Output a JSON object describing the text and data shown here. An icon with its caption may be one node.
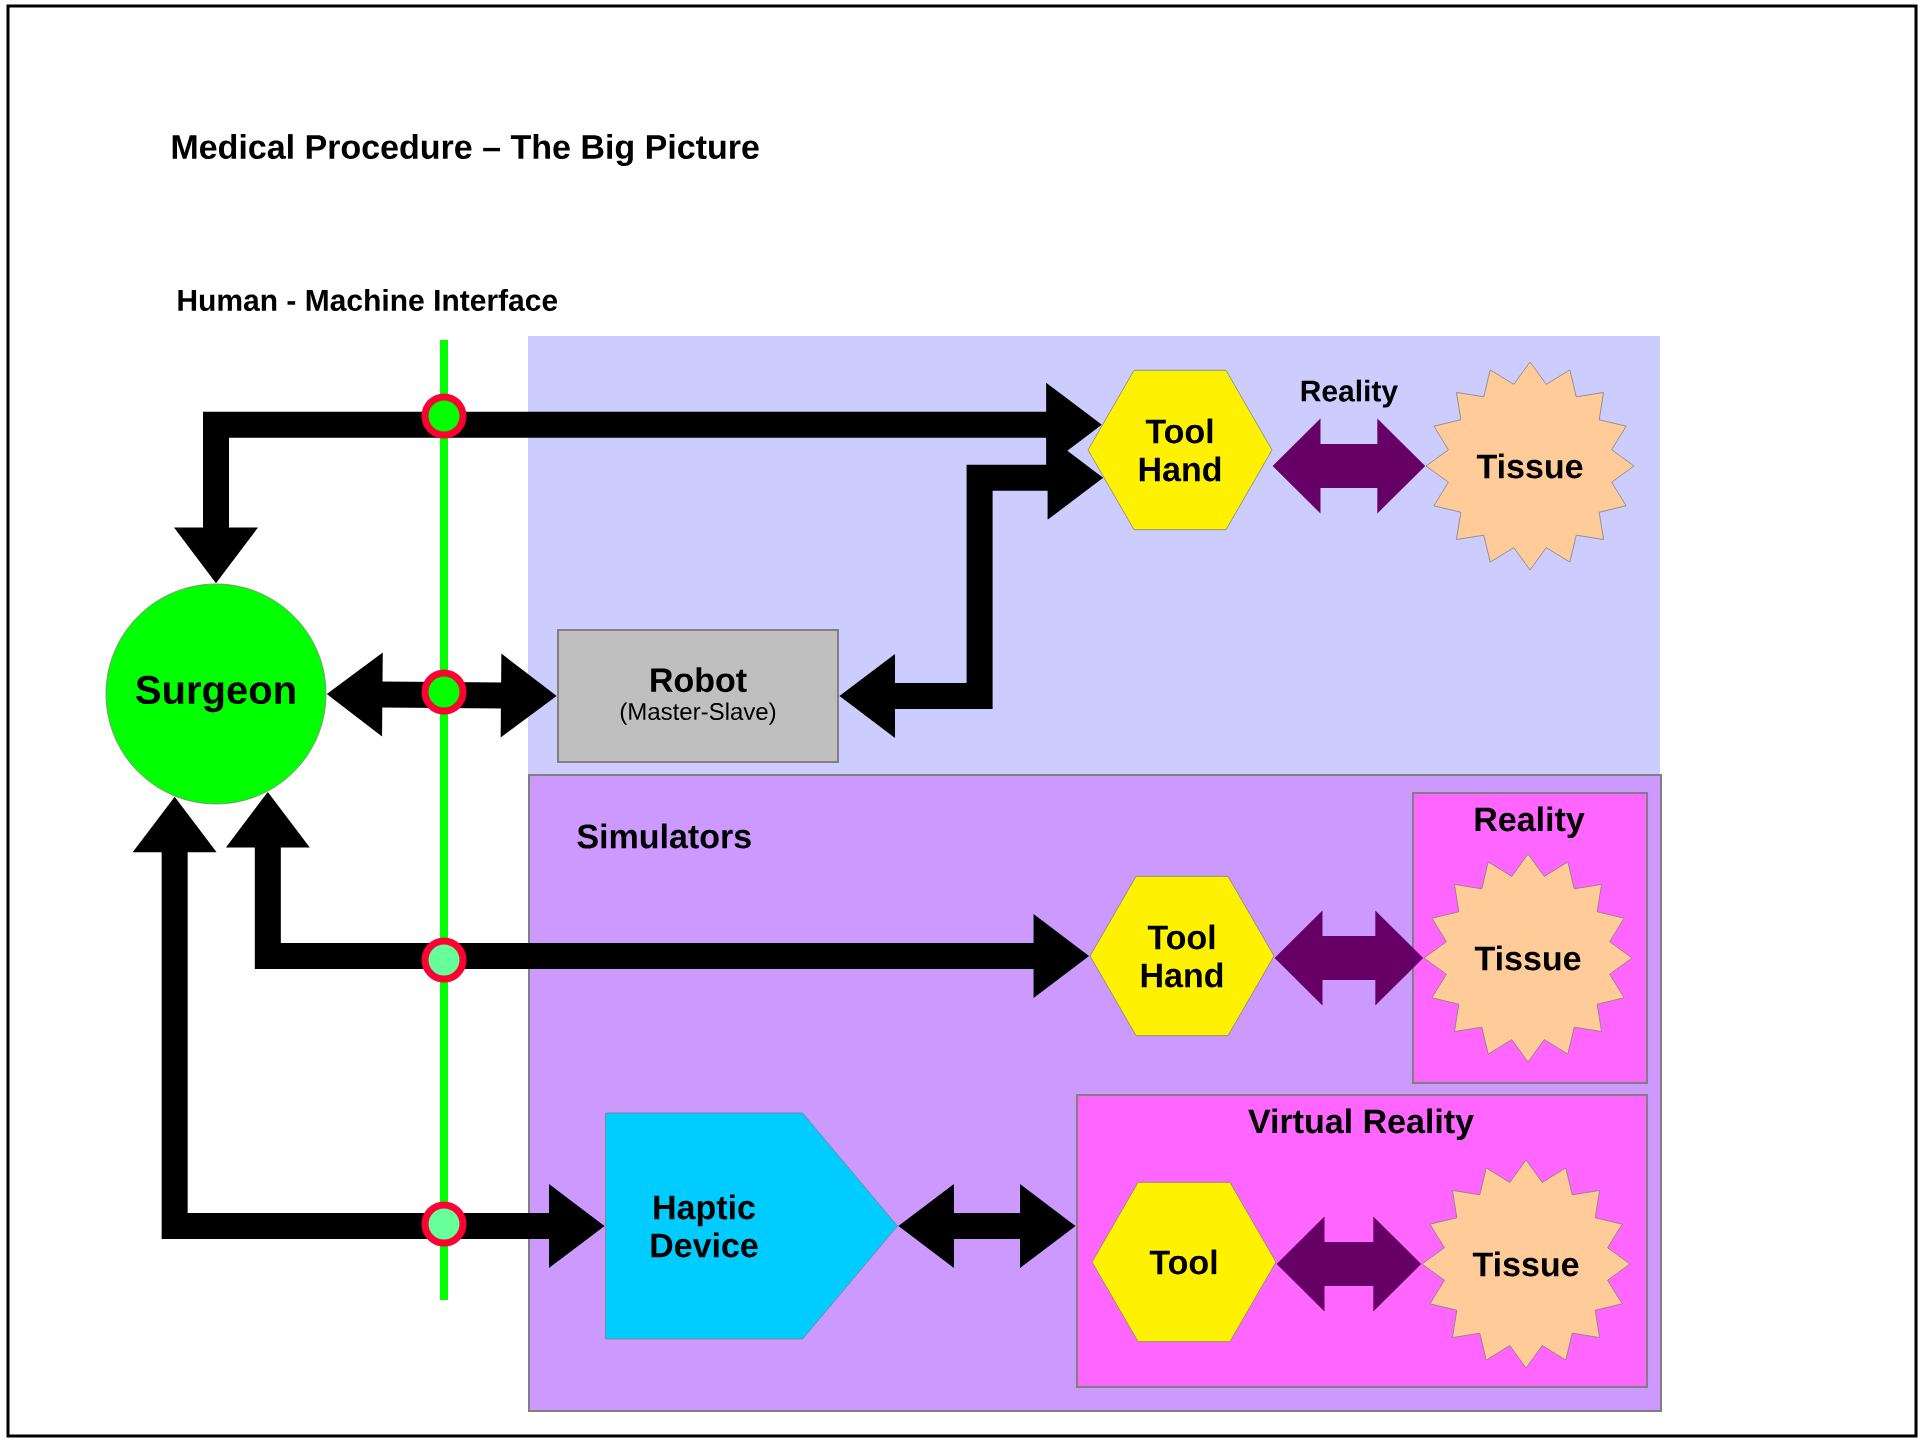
{
  "diagram": {
    "title": "Medical Procedure – The Big Picture",
    "nodes": [
      {
        "text": [
          "Surgeon"
        ]
      },
      {
        "text": [
          "Tool Hand"
        ]
      },
      {
        "text": [
          "Tissue"
        ]
      },
      {
        "text": [
          "Robot",
          "(Master-Slave)"
        ]
      },
      {
        "text": [
          "Simulators"
        ]
      },
      {
        "text": [
          "Reality"
        ],
        "in": 4
      },
      {
        "text": [
          "Tool Hand"
        ],
        "in": 4
      },
      {
        "text": [
          "Tissue"
        ],
        "in": 5
      },
      {
        "text": [
          "Haptic Device"
        ],
        "in": 4
      },
      {
        "text": [
          "Virtual Reality"
        ],
        "in": 4
      },
      {
        "text": [
          "Tool"
        ],
        "in": 9
      },
      {
        "text": [
          "Tissue"
        ],
        "in": 9
      }
    ],
    "edges": [
      {
        "from": 0,
        "to": 1,
        "arrow": "both"
      },
      {
        "from": 0,
        "to": 3,
        "arrow": "both"
      },
      {
        "from": 3,
        "to": 1,
        "arrow": "both"
      },
      {
        "from": 1,
        "to": 2,
        "arrow": "both",
        "label": "Reality",
        "color": "#660066"
      },
      {
        "from": 0,
        "to": 6,
        "arrow": "both"
      },
      {
        "from": 6,
        "to": 7,
        "arrow": "both",
        "color": "#660066"
      },
      {
        "from": 0,
        "to": 8,
        "arrow": "both"
      },
      {
        "from": 8,
        "to": 9,
        "arrow": "both"
      },
      {
        "from": 10,
        "to": 11,
        "arrow": "both",
        "color": "#660066"
      }
    ],
    "labels": [
      "Human - Machine Interface"
    ]
  }
}
